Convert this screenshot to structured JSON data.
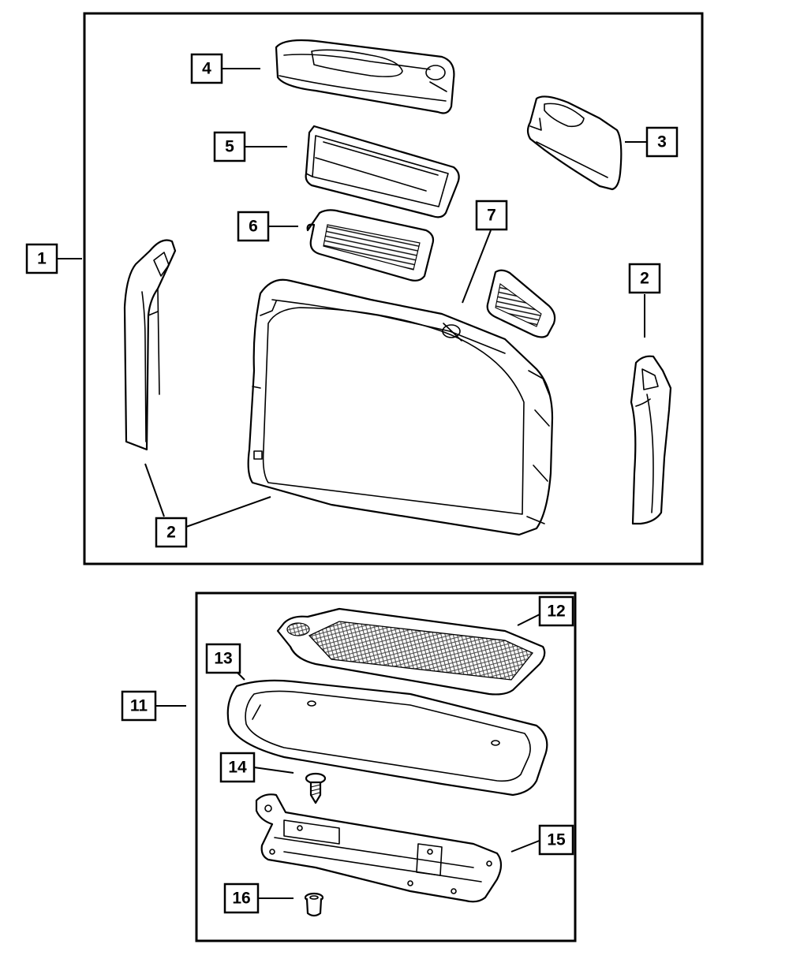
{
  "labels": {
    "l1": "1",
    "l2a": "2",
    "l2b": "2",
    "l2c": "2",
    "l3": "3",
    "l4": "4",
    "l5": "5",
    "l6": "6",
    "l7": "7",
    "l11": "11",
    "l12": "12",
    "l13": "13",
    "l14": "14",
    "l15": "15",
    "l16": "16"
  }
}
